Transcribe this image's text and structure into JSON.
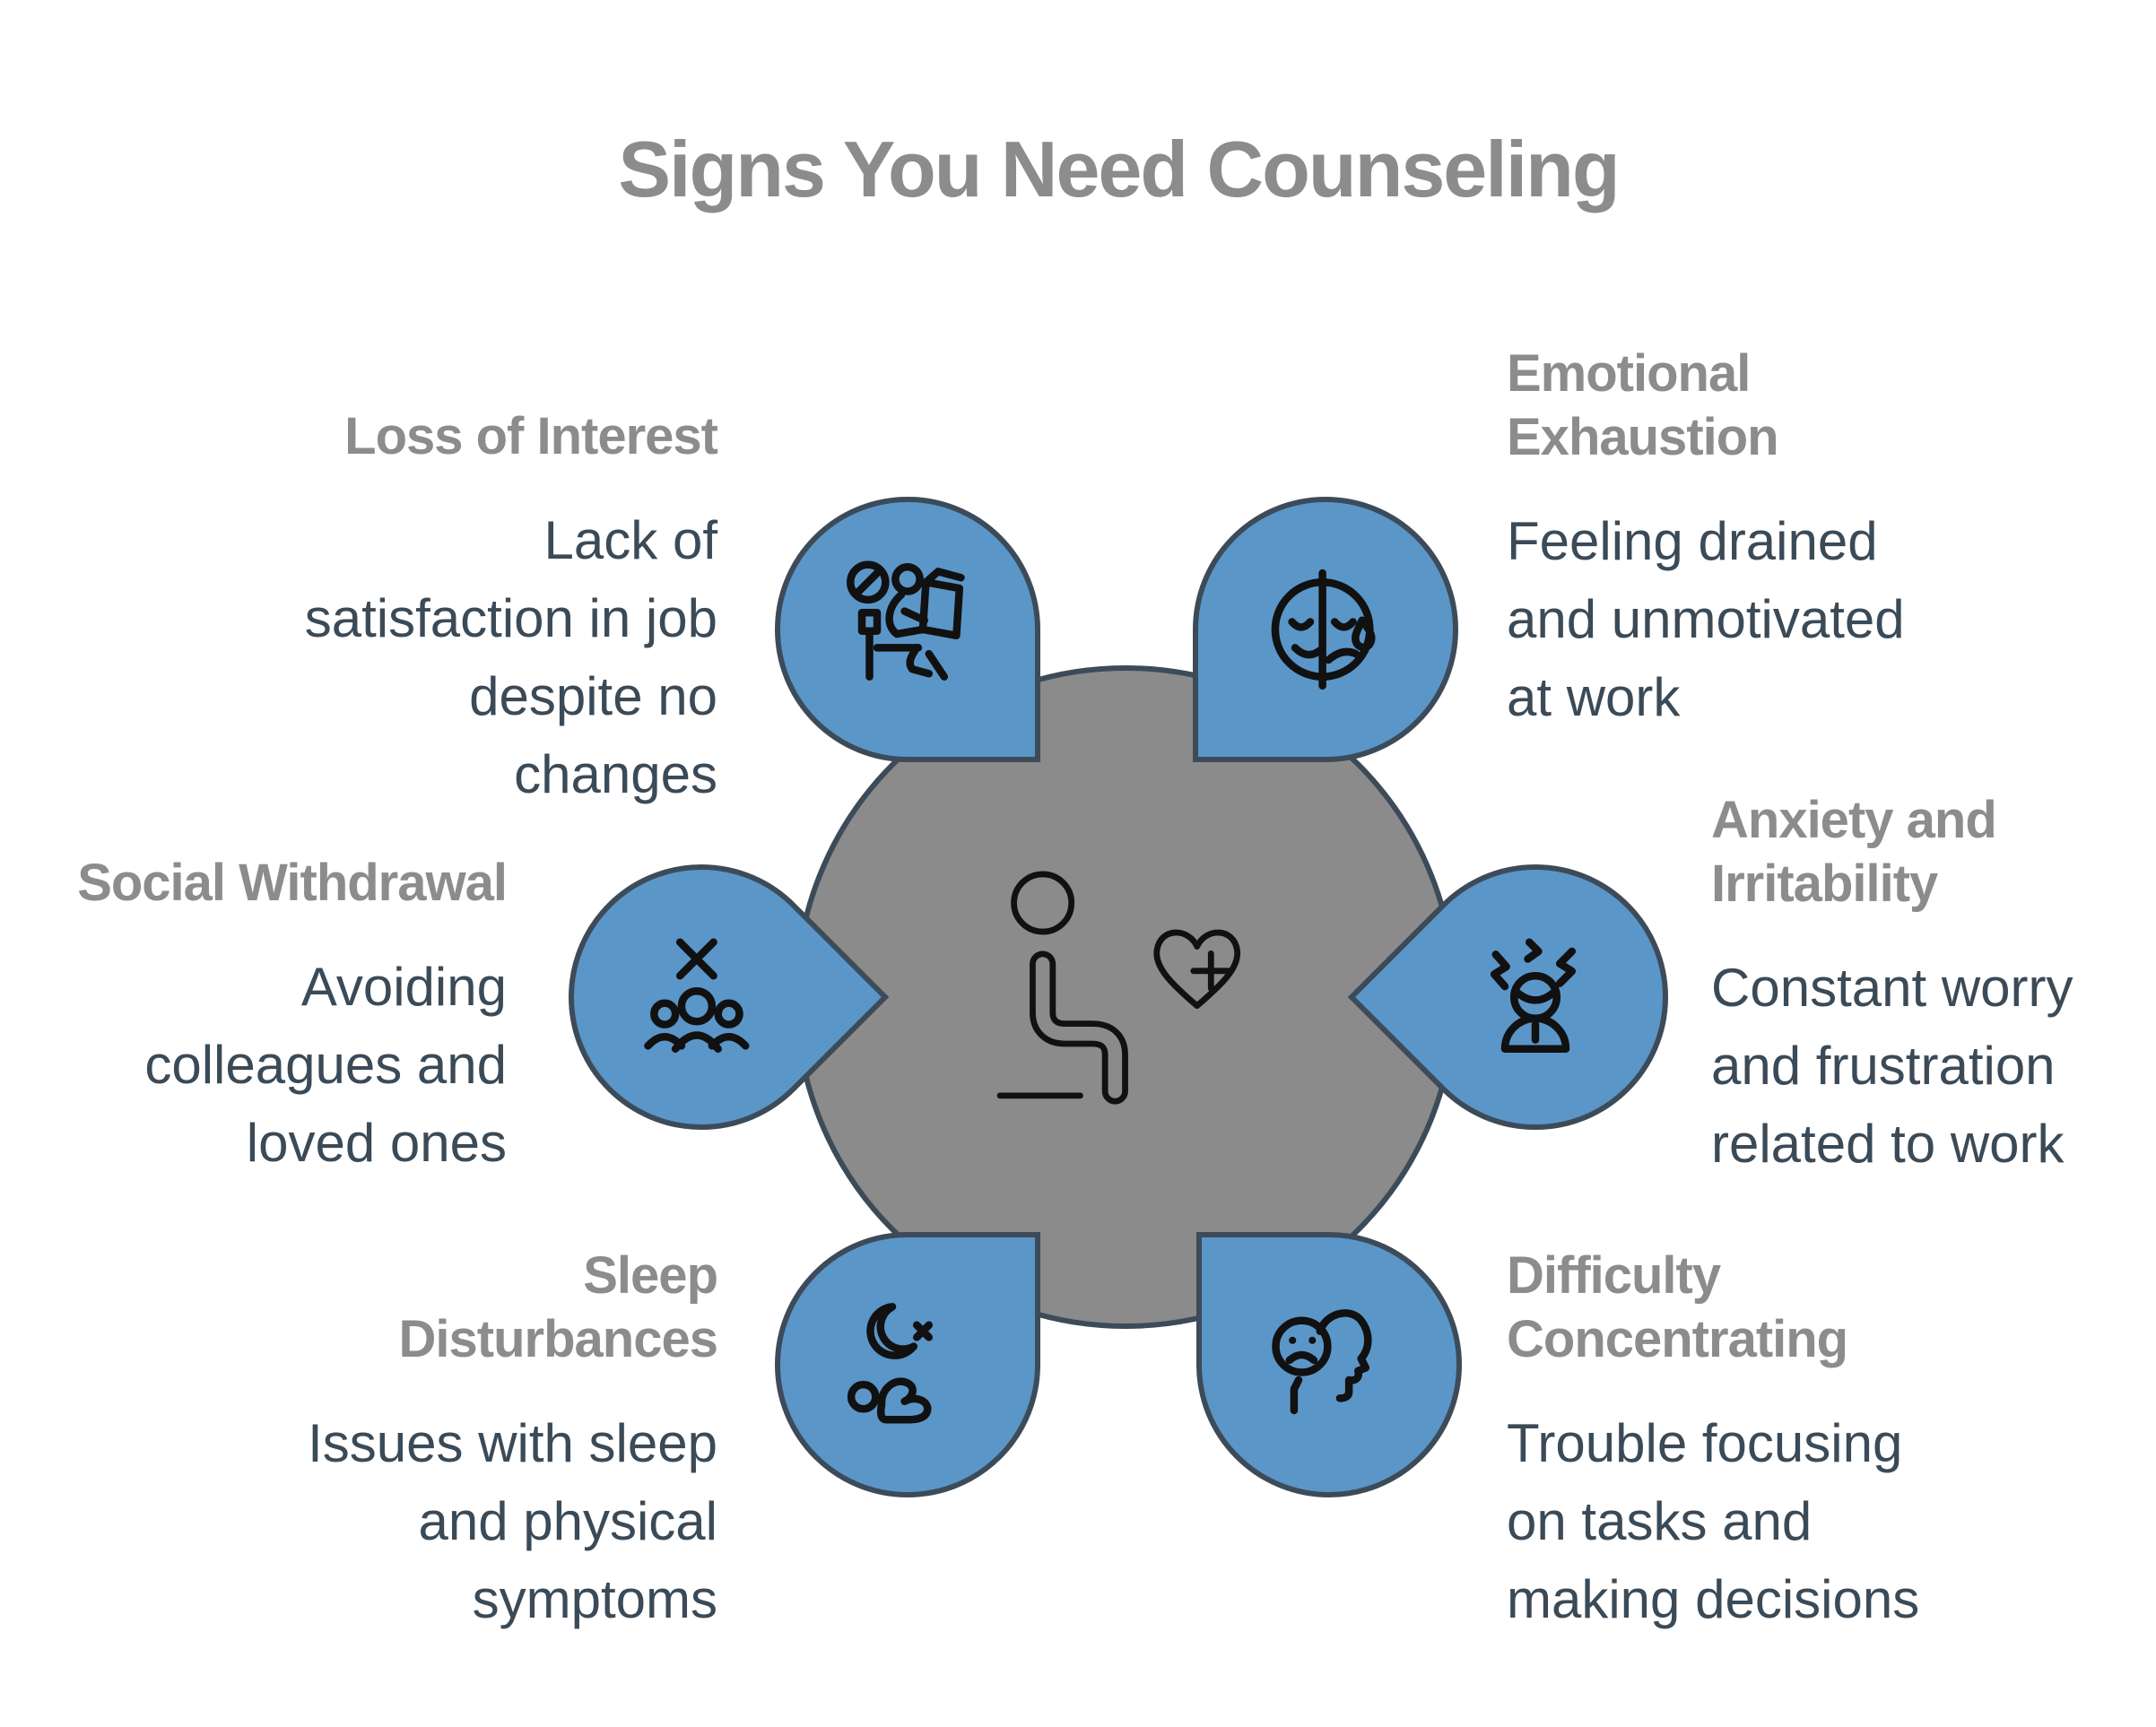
{
  "title": "Signs You Need Counseling",
  "palette": {
    "petal_fill": "#5b96c8",
    "outline": "#3d4b59",
    "center_fill": "#8b8b8b",
    "heading_color": "#8c8c8c",
    "body_color": "#3b4a57",
    "icon_color": "#111111",
    "background": "#ffffff"
  },
  "center": {
    "icon": "seated-person-heart-plus-icon"
  },
  "sections": [
    {
      "id": "loss-of-interest",
      "position": "top-left",
      "icon": "no-job-satisfaction-icon",
      "heading": "Loss of Interest",
      "description": "Lack of\nsatisfaction in job\ndespite no\nchanges"
    },
    {
      "id": "emotional-exhaustion",
      "position": "top-right",
      "icon": "split-face-tear-icon",
      "heading": "Emotional\nExhaustion",
      "description": "Feeling drained\nand unmotivated\nat work"
    },
    {
      "id": "social-withdrawal",
      "position": "left",
      "icon": "avoid-people-group-icon",
      "heading": "Social Withdrawal",
      "description": "Avoiding\ncolleagues and\nloved ones"
    },
    {
      "id": "anxiety-irritability",
      "position": "right",
      "icon": "stressed-person-icon",
      "heading": "Anxiety and\nIrritability",
      "description": "Constant worry\nand frustration\nrelated to work"
    },
    {
      "id": "sleep-disturbances",
      "position": "bottom-left",
      "icon": "moon-sleeping-person-icon",
      "heading": "Sleep\nDisturbances",
      "description": "Issues with sleep\nand physical\nsymptoms"
    },
    {
      "id": "difficulty-concentrating",
      "position": "bottom-right",
      "icon": "sad-face-head-profile-icon",
      "heading": "Difficulty\nConcentrating",
      "description": "Trouble focusing\non tasks and\nmaking decisions"
    }
  ]
}
